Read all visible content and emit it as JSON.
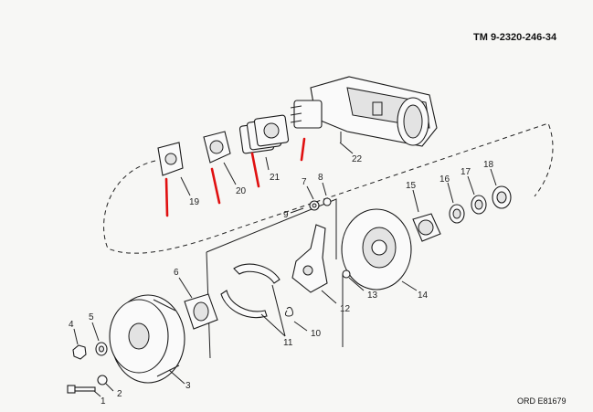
{
  "header": {
    "doc_number": "TM 9-2320-246-34"
  },
  "footer": {
    "figure_code": "ORD E81679"
  },
  "callouts": [
    "1",
    "2",
    "3",
    "4",
    "5",
    "6",
    "7",
    "8",
    "9",
    "10",
    "11",
    "12",
    "13",
    "14",
    "15",
    "16",
    "17",
    "18",
    "19",
    "20",
    "21",
    "22"
  ],
  "colors": {
    "line": "#1a1a1a",
    "highlight": "#e01010",
    "paper": "#f7f7f5"
  }
}
